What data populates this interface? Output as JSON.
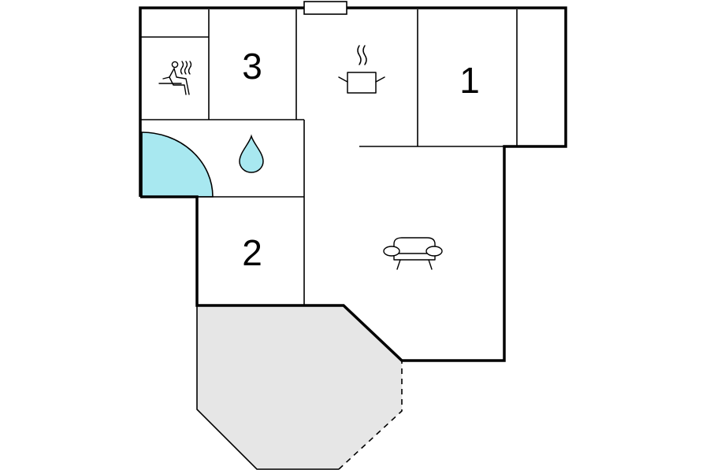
{
  "floorplan": {
    "rooms": [
      {
        "id": "sauna",
        "icon": "sauna-icon"
      },
      {
        "id": "bedroom-3",
        "number": "3"
      },
      {
        "id": "kitchen",
        "icon": "cooking-pot-icon"
      },
      {
        "id": "bedroom-1",
        "number": "1"
      },
      {
        "id": "bathroom",
        "icon": "water-drop-icon"
      },
      {
        "id": "bedroom-2",
        "number": "2"
      },
      {
        "id": "living-room",
        "icon": "sofa-icon"
      },
      {
        "id": "terrace"
      }
    ],
    "colors": {
      "wall": "#000000",
      "background": "#ffffff",
      "terrace_fill": "#e6e6e6",
      "water_fill": "#a8e8f0"
    }
  }
}
